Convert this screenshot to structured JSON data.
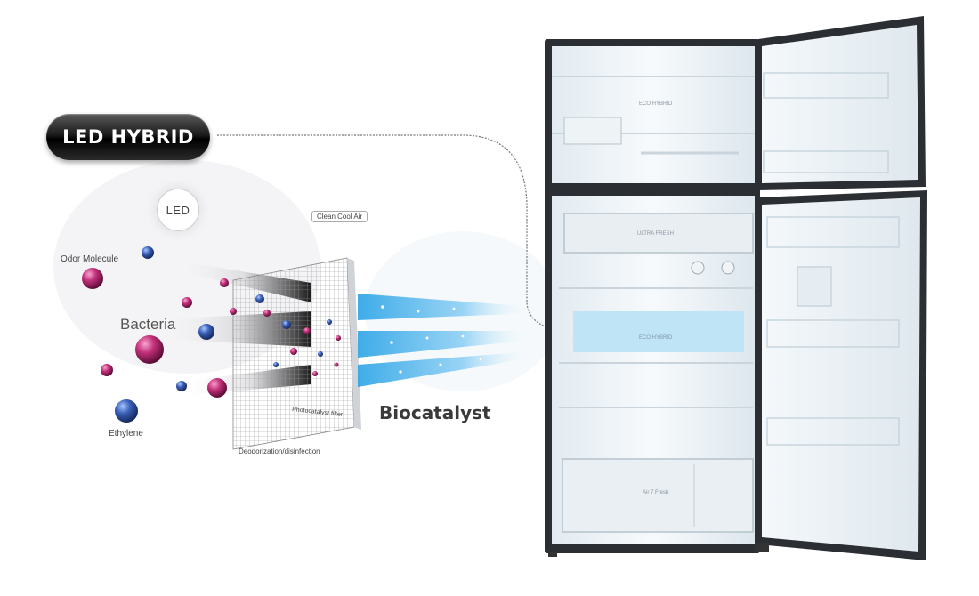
{
  "badge": {
    "label": "LED HYBRID"
  },
  "diagram": {
    "led_label": "LED",
    "clean_cool_air": "Clean Cool Air",
    "odor_molecule": "Odor Molecule",
    "bacteria": "Bacteria",
    "ethylene": "Ethylene",
    "photocatalyst_filter": "Photocatalyst filter",
    "deodorization": "Deodorization/disinfection",
    "biocatalyst": "Biocatalyst"
  },
  "fridge": {
    "top_label": "ECO HYBRID",
    "drawer_label": "ULTRA FRESH",
    "zone_label": "ECO HYBRID",
    "crisper_label": "Air 7 Fresh",
    "highlight_color": "#bfe4f5",
    "body_color": "#2b2e33"
  },
  "colors": {
    "molecule_magenta": "#c2307a",
    "molecule_blue": "#3a5fb8",
    "airflow_blue": "#4fb7ec"
  }
}
